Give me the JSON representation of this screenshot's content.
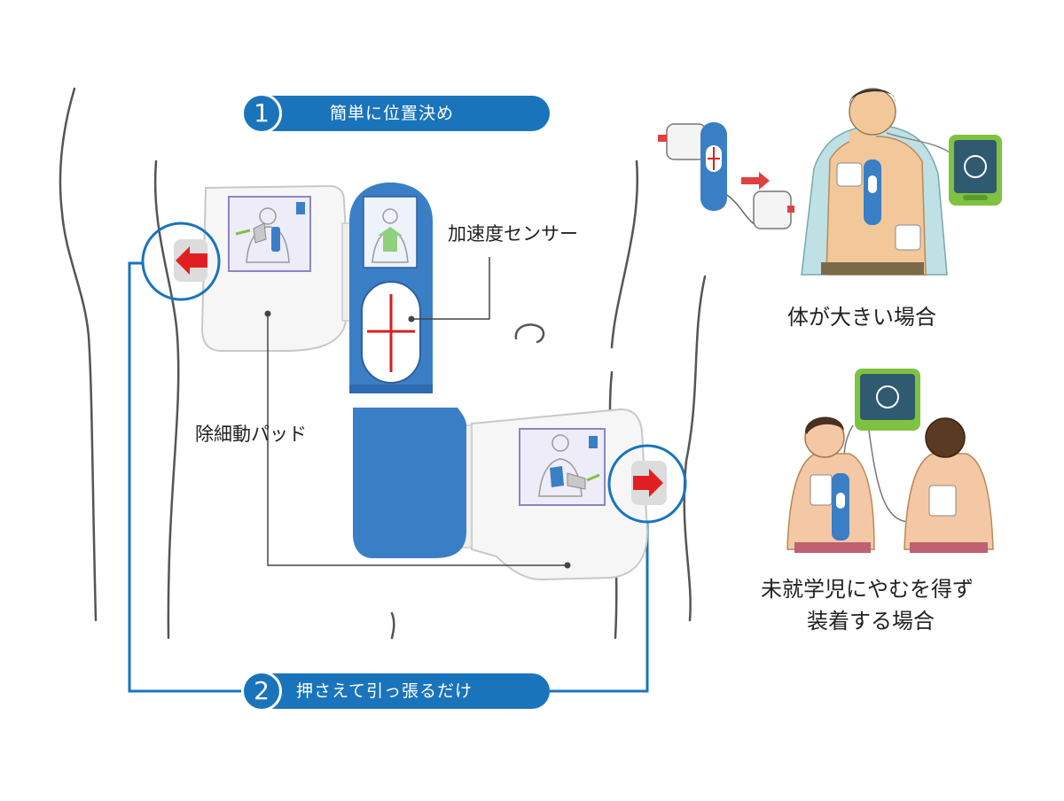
{
  "steps": [
    {
      "number": "1",
      "label": "簡単に位置決め"
    },
    {
      "number": "2",
      "label": "押さえて引っ張るだけ"
    }
  ],
  "callouts": {
    "sensor": "加速度センサー",
    "pad": "除細動パッド"
  },
  "cases": {
    "large_body": "体が大きい場合",
    "child_line1": "未就学児にやむを得ず",
    "child_line2": "装着する場合"
  },
  "colors": {
    "brand_blue": "#1a74bc",
    "pad_blue": "#3a7fc5",
    "arrow_red": "#e02020",
    "device_green": "#7fc241"
  }
}
